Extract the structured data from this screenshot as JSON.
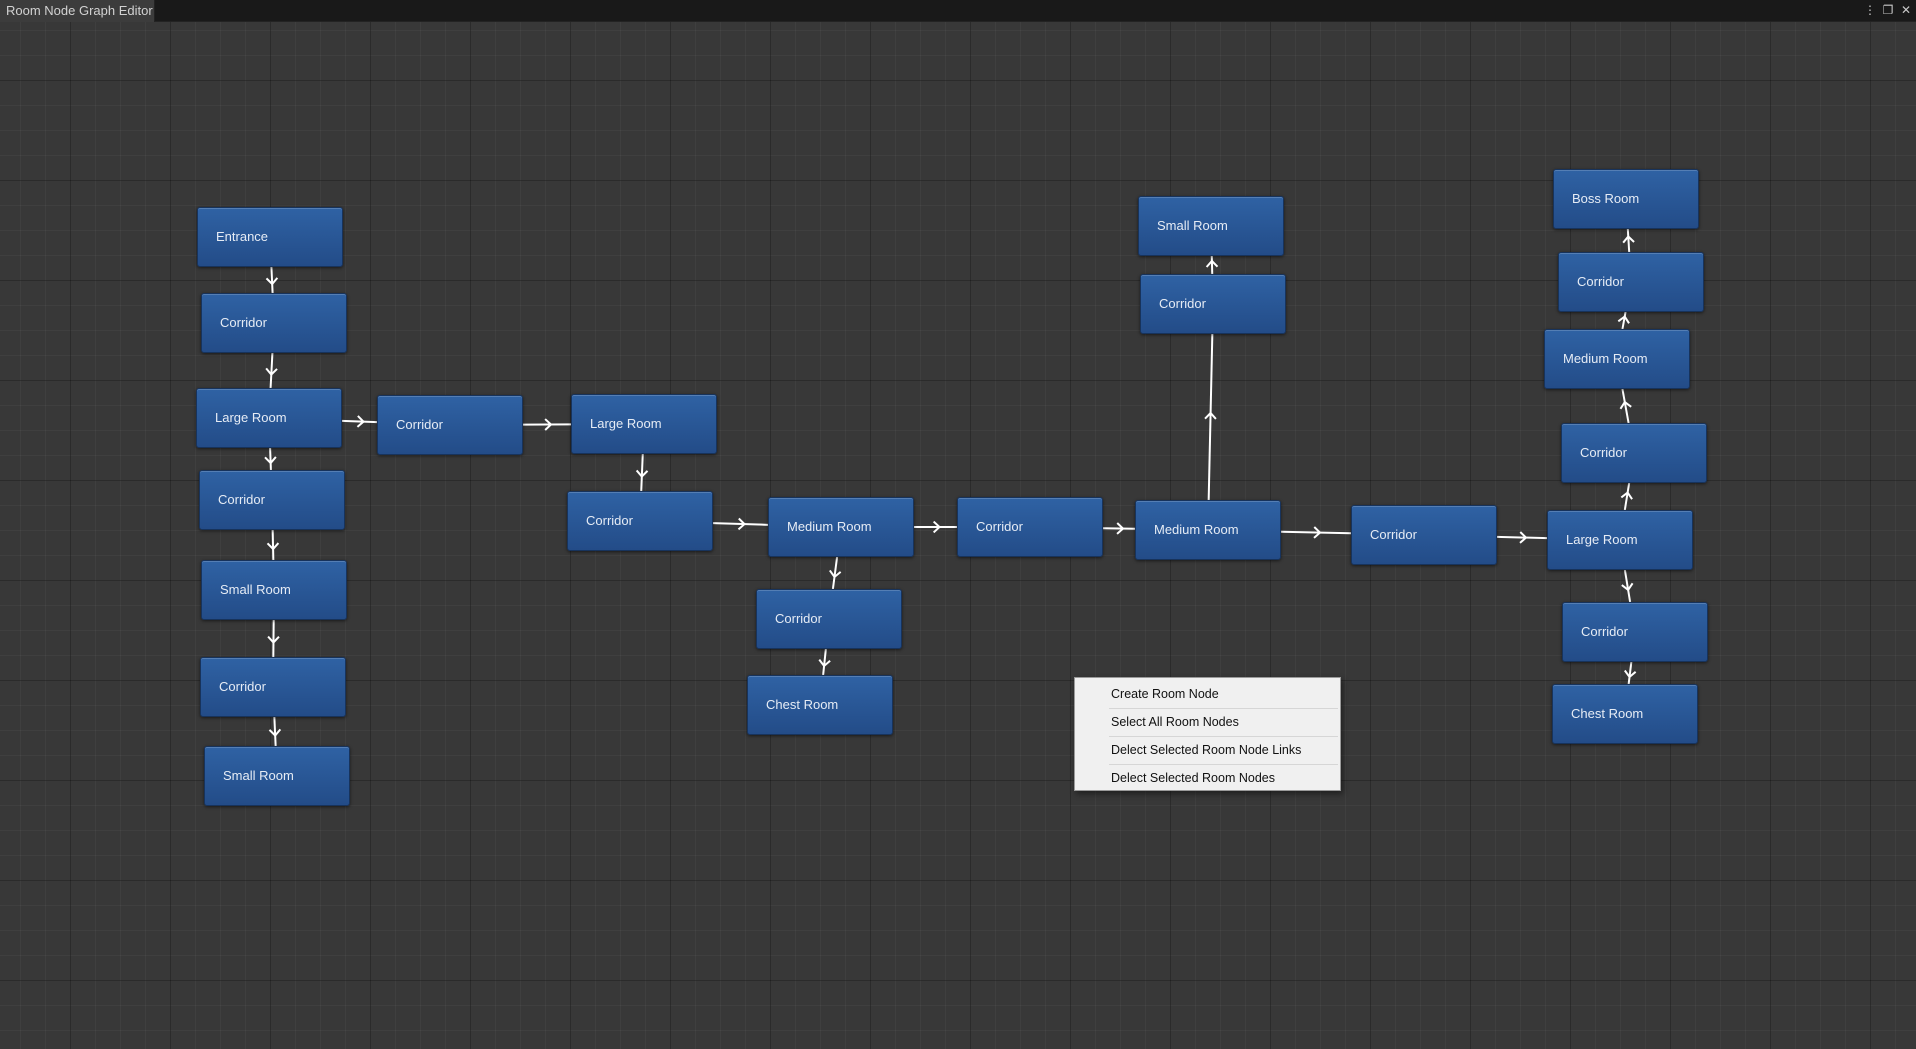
{
  "window": {
    "title": "Room Node Graph Editor",
    "controls": [
      "more-icon",
      "maximize-icon",
      "close-icon"
    ]
  },
  "colors": {
    "canvas": "#383838",
    "node_fill": "#2b5a9a",
    "link": "#ffffff",
    "menu_bg": "#f0f0f0"
  },
  "nodes": [
    {
      "label": "Entrance"
    },
    {
      "label": "Corridor"
    },
    {
      "label": "Large Room"
    },
    {
      "label": "Corridor"
    },
    {
      "label": "Small Room"
    },
    {
      "label": "Corridor"
    },
    {
      "label": "Small Room"
    },
    {
      "label": "Corridor"
    },
    {
      "label": "Large Room"
    },
    {
      "label": "Corridor"
    },
    {
      "label": "Medium Room"
    },
    {
      "label": "Corridor"
    },
    {
      "label": "Chest Room"
    },
    {
      "label": "Corridor"
    },
    {
      "label": "Medium Room"
    },
    {
      "label": "Corridor"
    },
    {
      "label": "Small Room"
    },
    {
      "label": "Corridor"
    },
    {
      "label": "Large Room"
    },
    {
      "label": "Corridor"
    },
    {
      "label": "Medium Room"
    },
    {
      "label": "Corridor"
    },
    {
      "label": "Boss Room"
    },
    {
      "label": "Corridor"
    },
    {
      "label": "Chest Room"
    }
  ],
  "links": [
    [
      0,
      1
    ],
    [
      1,
      2
    ],
    [
      2,
      3
    ],
    [
      3,
      4
    ],
    [
      4,
      5
    ],
    [
      5,
      6
    ],
    [
      2,
      7
    ],
    [
      7,
      8
    ],
    [
      8,
      9
    ],
    [
      9,
      10
    ],
    [
      10,
      11
    ],
    [
      11,
      12
    ],
    [
      10,
      13
    ],
    [
      13,
      14
    ],
    [
      14,
      15
    ],
    [
      15,
      16
    ],
    [
      14,
      17
    ],
    [
      17,
      18
    ],
    [
      18,
      19
    ],
    [
      19,
      20
    ],
    [
      20,
      21
    ],
    [
      21,
      22
    ],
    [
      18,
      23
    ],
    [
      23,
      24
    ]
  ],
  "context_menu": {
    "items": [
      "Create Room Node",
      "Select All Room Nodes",
      "Delect Selected Room Node Links",
      "Delect Selected Room Nodes"
    ]
  }
}
